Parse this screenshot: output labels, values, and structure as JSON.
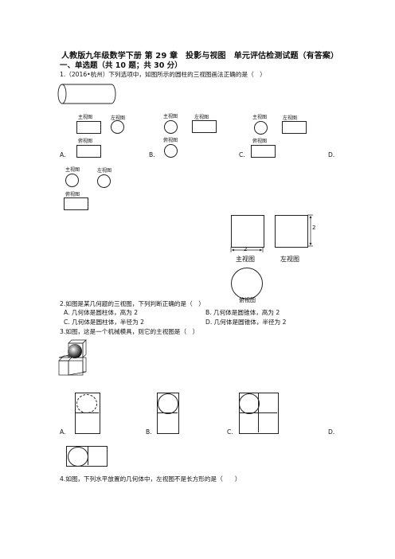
{
  "title": "人教版九年级数学下册 第 29 章　投影与视图　单元评估检测试题（有答案）",
  "section1": "一、单选题（共 10 题；共 30 分）",
  "q1": {
    "stem": "1.（2016•杭州）下列选项中，如图所示的圆柱的三视图画法正确的是（　）",
    "view_front": "主视图",
    "view_left": "左视图",
    "view_top": "俯视图",
    "opts": [
      "A.",
      "B.",
      "C.",
      "D."
    ]
  },
  "q2": {
    "stem": "2.如图是某几何题的三视图，下列判断正确的是（　）",
    "dim_bottom": "2",
    "dim_side": "2",
    "view_front": "主视图",
    "view_left": "左视图",
    "view_top": "俯视图",
    "options": [
      "A. 几何体是圆柱体，高为 2",
      "B. 几何体是圆锥体，高为 2",
      "C. 几何体是圆柱体，半径为 2",
      "D. 几何体是圆锥体，半径为 2"
    ]
  },
  "q3": {
    "stem": "3.如图，这是一个机械模具，则它的主视图是（　）",
    "opts": [
      "A.",
      "B.",
      "C.",
      "D."
    ]
  },
  "q4": {
    "stem": "4.如图，下列水平放置的几何体中，左视图不是长方形的是（　　）"
  }
}
